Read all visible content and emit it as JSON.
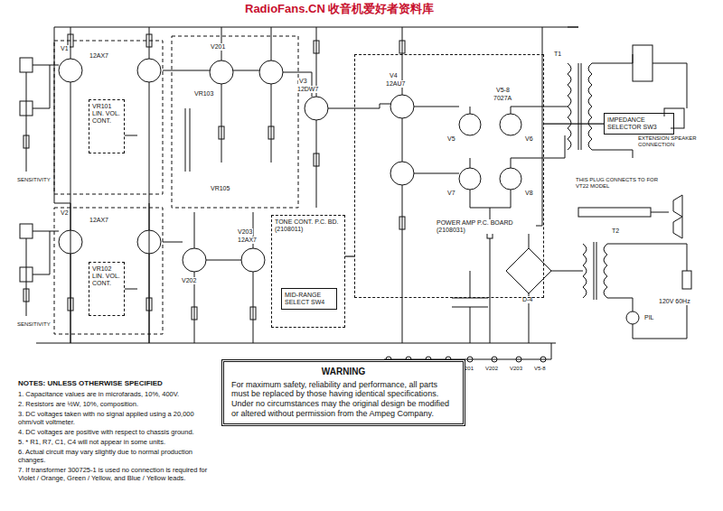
{
  "diagram": {
    "nodes": [
      {
        "text": [
          "VR101 LIN. VOL. CONT."
        ]
      },
      {
        "text": [
          "VR102 LIN. VOL. CONT."
        ]
      },
      {
        "text": [
          "TONE CONT. P.C. BD. (2108011)"
        ]
      },
      {
        "text": [
          "MID-RANGE SELECT SW4"
        ],
        "in": 2
      },
      {
        "text": [
          "POWER AMP P.C. BOARD (2108031)"
        ]
      },
      {
        "text": [
          "IMPEDANCE SELECTOR SW3"
        ]
      },
      {
        "text": [
          "WARNING",
          "For maximum safety, reliability and performance, all parts must be replaced by those having identical specifications. Under no circumstances may the original design be modified or altered without permission from the Ampeg Company."
        ]
      }
    ],
    "edges": [
      {
        "from": 2,
        "to": 4,
        "arrow": "none"
      },
      {
        "from": 4,
        "to": 5,
        "arrow": "none"
      }
    ],
    "labels": [
      "RadioFans.CN 收音机爱好者资料库",
      "V1",
      "12AX7",
      "V2",
      "12AX7",
      "V201",
      "V3",
      "12DW7",
      "V4",
      "12AU7",
      "V5-8",
      "7027A",
      "V202",
      "V203",
      "12AX7",
      "VR103",
      "VR105",
      "V5",
      "V6",
      "V7",
      "V8",
      "T1",
      "T2",
      "SENSITIVITY",
      "SENSITIVITY",
      "THIS PLUG CONNECTS TO FOR VT22 MODEL",
      "EXTENSION SPEAKER CONNECTION",
      "D-4",
      "PIL",
      "120V 60Hz",
      "V1",
      "V2",
      "V3",
      "V4",
      "V201",
      "V202",
      "V203",
      "V5-8",
      "NOTES: UNLESS OTHERWISE SPECIFIED",
      "1. Capacitance values are in microfarads, 10%, 400V.",
      "2. Resistors are ½W, 10%, composition.",
      "3. DC voltages taken with no signal applied using a 20,000 ohm/volt voltmeter.",
      "4. DC voltages are positive with respect to chassis ground.",
      "5. * R1, R7, C1, C4 will not appear in some units.",
      "6. Actual circuit may vary slightly due to normal production changes.",
      "7. If transformer 300725-1 is used no connection is required for Violet / Orange, Green / Yellow, and Blue / Yellow leads."
    ]
  }
}
